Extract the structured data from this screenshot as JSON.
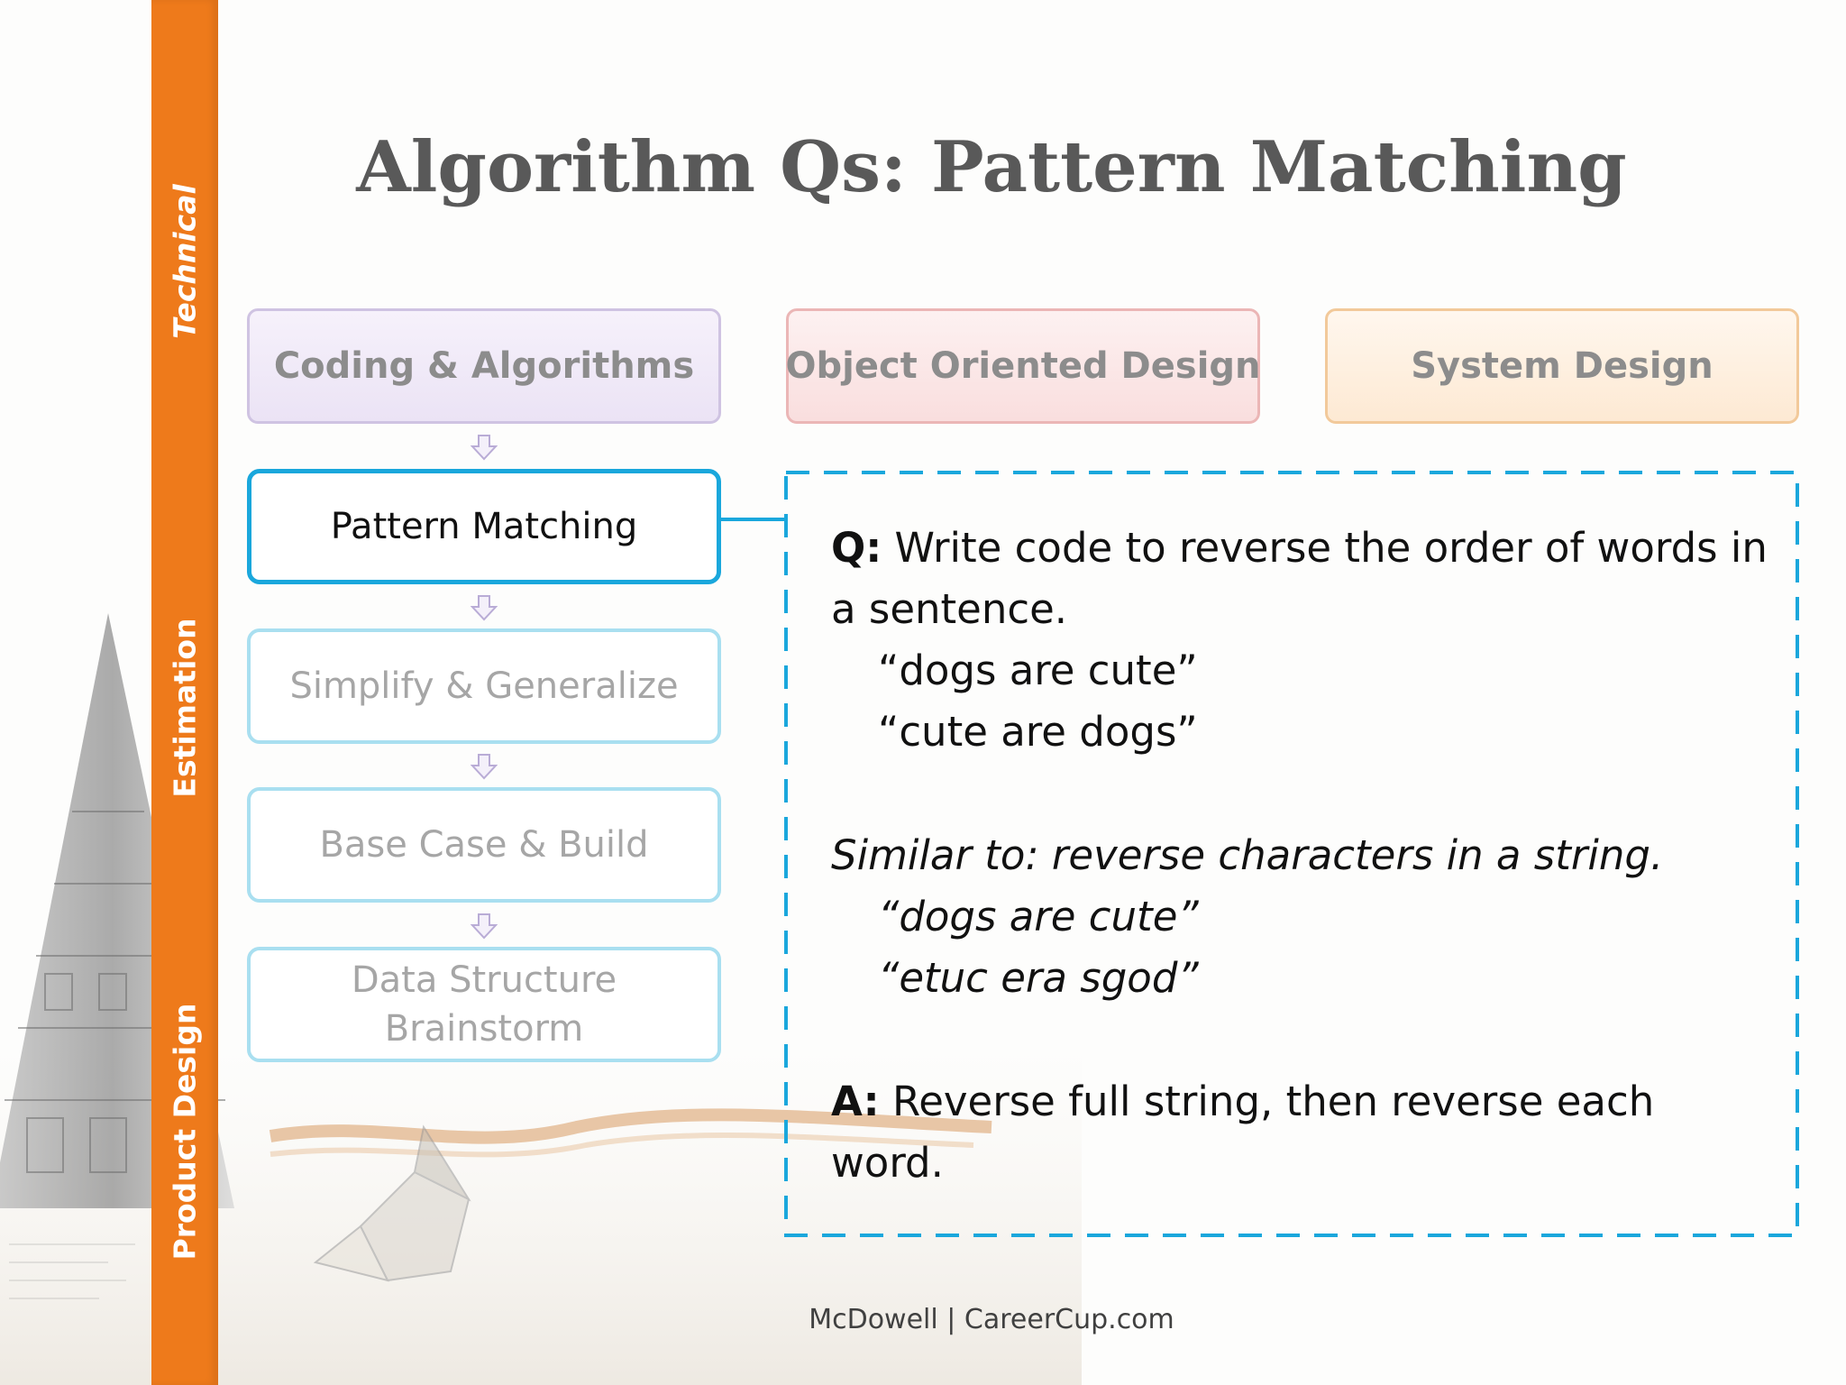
{
  "slide": {
    "title": "Algorithm Qs: Pattern Matching",
    "footer": "McDowell | CareerCup.com"
  },
  "sidebar": {
    "labels": [
      "Technical",
      "Estimation",
      "Product Design"
    ]
  },
  "categories": [
    {
      "label": "Coding & Algorithms"
    },
    {
      "label": "Object Oriented Design"
    },
    {
      "label": "System Design"
    }
  ],
  "steps": [
    {
      "label": "Pattern Matching",
      "active": true
    },
    {
      "label": "Simplify & Generalize",
      "active": false
    },
    {
      "label": "Base Case & Build",
      "active": false
    },
    {
      "label": "Data Structure Brainstorm",
      "active": false
    }
  ],
  "qa": {
    "q_label": "Q:",
    "q_text": " Write code to reverse the order of words in a sentence.",
    "example_1": "“dogs are cute”",
    "example_2": "“cute are dogs”",
    "similar_text": "Similar to: reverse characters in a string.",
    "example_3": "“dogs are cute”",
    "example_4": "“etuc era sgod”",
    "a_label": "A:",
    "a_text": " Reverse full string, then reverse each word."
  },
  "colors": {
    "sidebar": "#ee7a1b",
    "active_border": "#1aa7dc",
    "title": "#595959"
  },
  "icons": {
    "flow_arrow": "down-arrow-icon"
  }
}
